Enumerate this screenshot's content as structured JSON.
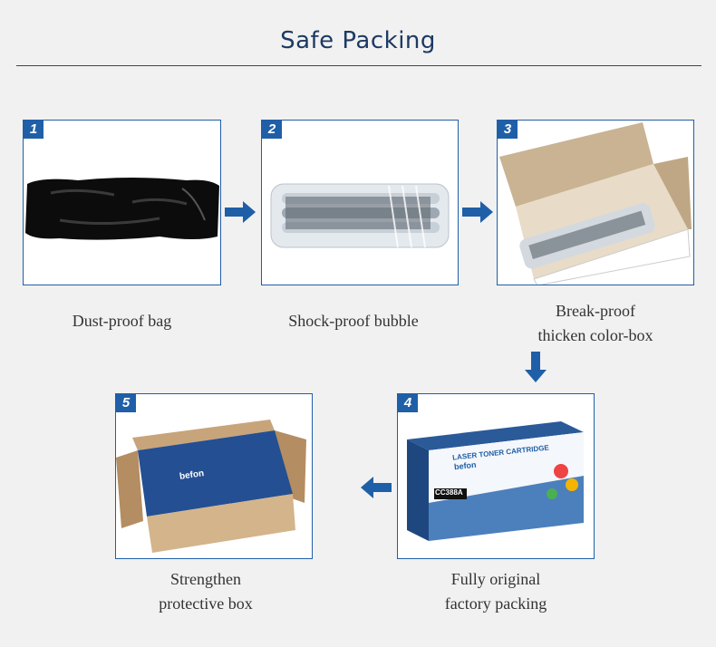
{
  "heading": "Safe Packing",
  "steps": [
    {
      "num": "1",
      "caption_line1": "Dust-proof bag",
      "caption_line2": ""
    },
    {
      "num": "2",
      "caption_line1": "Shock-proof bubble",
      "caption_line2": ""
    },
    {
      "num": "3",
      "caption_line1": "Break-proof",
      "caption_line2": "thicken color-box"
    },
    {
      "num": "4",
      "caption_line1": "Fully original",
      "caption_line2": "factory packing"
    },
    {
      "num": "5",
      "caption_line1": "Strengthen",
      "caption_line2": "protective box"
    }
  ],
  "box_text": {
    "product_line": "LASER TONER CARTRIDGE",
    "brand": "befon",
    "model": "CC388A"
  },
  "colors": {
    "accent": "#1f5fa8",
    "title": "#1d3a63"
  }
}
